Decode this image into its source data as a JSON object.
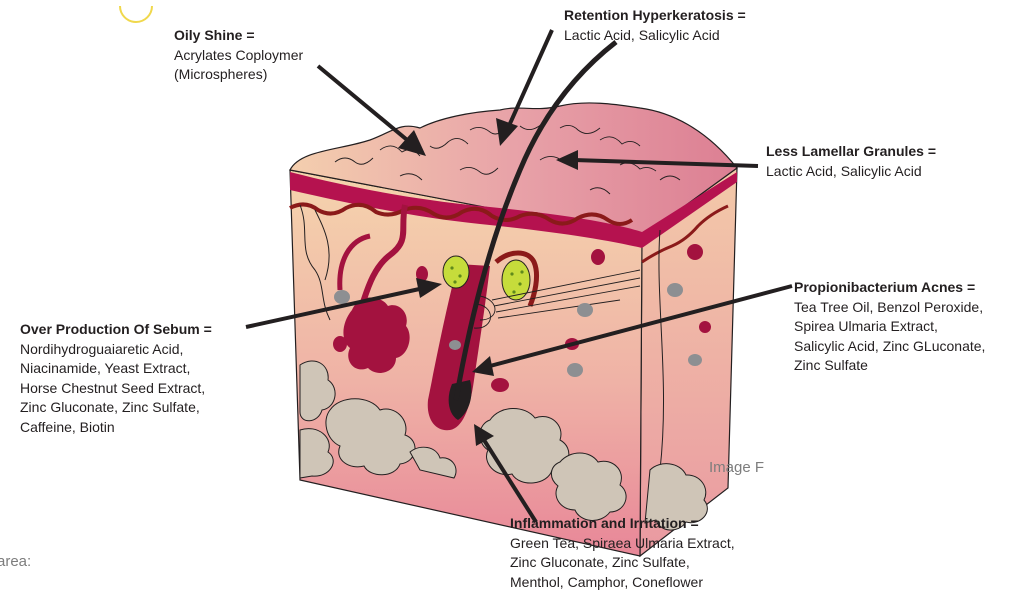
{
  "caption": "Image F",
  "clipped_text": "area:",
  "colors": {
    "skin_top": "#e7a1a8",
    "epidermis_band": "#b5124f",
    "dermis": "#f3cba9",
    "hypodermis": "#ec9fa6",
    "fat_cells": "#cfc5b7",
    "gland": "#a3123f",
    "sebum": "#c6dc3b",
    "hair": "#231f20",
    "arrow": "#231f20",
    "ring": "#f0d84c"
  },
  "labels": {
    "oily_shine": {
      "title": "Oily Shine =",
      "lines": [
        "Acrylates Coploymer",
        "(Microspheres)"
      ]
    },
    "retention": {
      "title": "Retention Hyperkeratosis =",
      "lines": [
        "Lactic Acid, Salicylic Acid"
      ]
    },
    "lamellar": {
      "title": "Less Lamellar Granules =",
      "lines": [
        "Lactic Acid, Salicylic Acid"
      ]
    },
    "sebum": {
      "title": "Over Production Of Sebum =",
      "lines": [
        "Nordihydroguaiaretic Acid,",
        "Niacinamide, Yeast Extract,",
        "Horse Chestnut Seed Extract,",
        "Zinc Gluconate, Zinc Sulfate,",
        "Caffeine, Biotin"
      ]
    },
    "acnes": {
      "title": "Propionibacterium Acnes =",
      "lines": [
        "Tea Tree Oil, Benzol Peroxide,",
        "Spirea Ulmaria Extract,",
        "Salicylic Acid, Zinc GLuconate,",
        "Zinc Sulfate"
      ]
    },
    "inflammation": {
      "title": "Inflammation and Irritation =",
      "lines": [
        "Green Tea, Spiraea Ulmaria Extract,",
        "Zinc Gluconate, Zinc Sulfate,",
        "Menthol, Camphor, Coneflower"
      ]
    }
  }
}
